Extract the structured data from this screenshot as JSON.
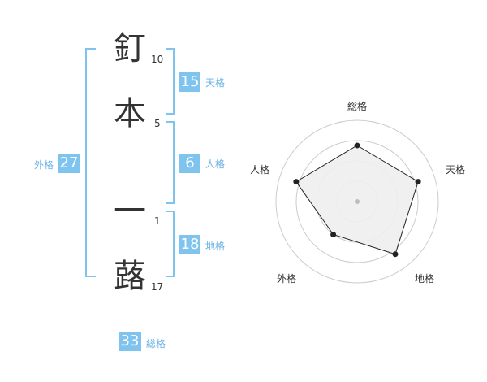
{
  "name": {
    "characters": [
      {
        "char": "釘",
        "strokes": "10"
      },
      {
        "char": "本",
        "strokes": "5"
      },
      {
        "char": "一",
        "strokes": "1"
      },
      {
        "char": "蕗",
        "strokes": "17"
      }
    ]
  },
  "fortune": {
    "tenkaku": {
      "value": "15",
      "label": "天格"
    },
    "jinkaku": {
      "value": "6",
      "label": "人格"
    },
    "chikaku": {
      "value": "18",
      "label": "地格"
    },
    "gaikaku": {
      "value": "27",
      "label": "外格"
    },
    "soukaku": {
      "value": "33",
      "label": "総格"
    }
  },
  "radar": {
    "labels": {
      "total": "総格",
      "heaven": "天格",
      "earth": "地格",
      "outer": "外格",
      "person": "人格"
    },
    "scores": {
      "total": 0.69,
      "heaven": 0.79,
      "earth": 0.8,
      "outer": 0.5,
      "person": 0.79
    },
    "rings": 4,
    "accent_color": "#7fc4ef",
    "fill_color": "#eeeeee",
    "stroke_color": "#222222"
  }
}
